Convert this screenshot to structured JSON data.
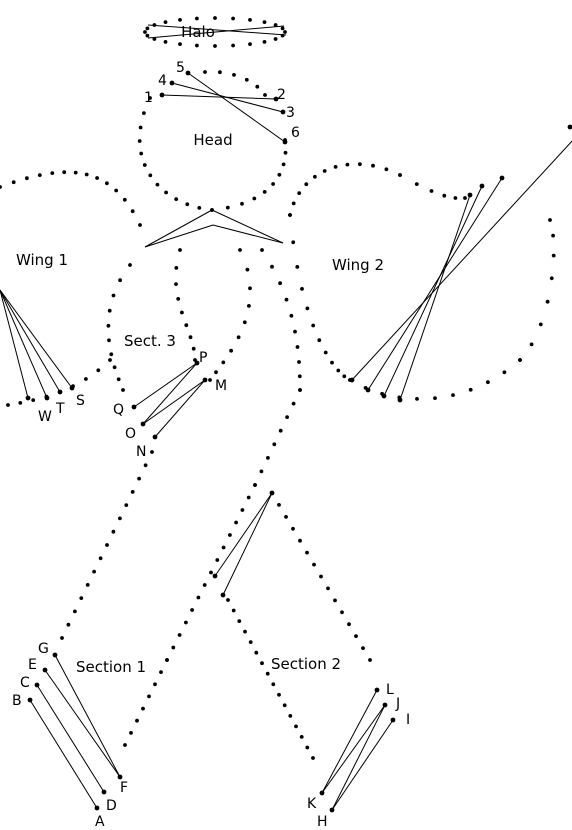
{
  "colors": {
    "ink": "#000000",
    "background": "#ffffff"
  },
  "regions": {
    "halo": "Halo",
    "head": "Head",
    "wing1": "Wing 1",
    "wing2": "Wing 2",
    "sect3": "Sect. 3",
    "section1": "Section 1",
    "section2": "Section 2"
  },
  "points": {
    "n1": "1",
    "n2": "2",
    "n3": "3",
    "n4": "4",
    "n5": "5",
    "n6": "6",
    "A": "A",
    "B": "B",
    "C": "C",
    "D": "D",
    "E": "E",
    "F": "F",
    "G": "G",
    "H": "H",
    "I": "I",
    "J": "J",
    "K": "K",
    "L": "L",
    "M": "M",
    "N": "N",
    "O": "O",
    "P": "P",
    "Q": "Q",
    "S": "S",
    "T": "T",
    "W": "W"
  }
}
